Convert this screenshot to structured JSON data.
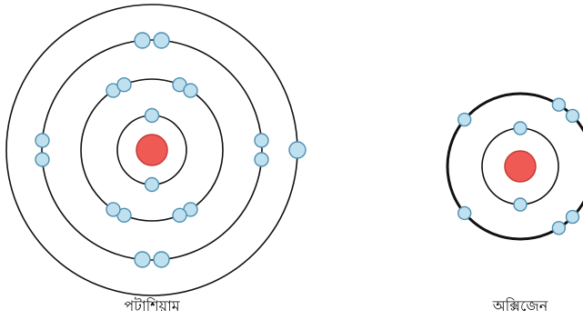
{
  "colors": {
    "nucleus_fill": "#f05a55",
    "nucleus_stroke": "#c63a36",
    "electron_fill": "#bfe0ee",
    "electron_stroke": "#4e8fb0",
    "shell_stroke": "#111111"
  },
  "atoms": [
    {
      "id": "potassium",
      "label": "পটাশিয়াম",
      "shells": [
        {
          "electrons": 2
        },
        {
          "electrons": 8
        },
        {
          "electrons": 8
        },
        {
          "electrons": 1
        }
      ]
    },
    {
      "id": "oxygen",
      "label": "অক্সিজেন",
      "shells": [
        {
          "electrons": 2
        },
        {
          "electrons": 6
        }
      ]
    }
  ]
}
